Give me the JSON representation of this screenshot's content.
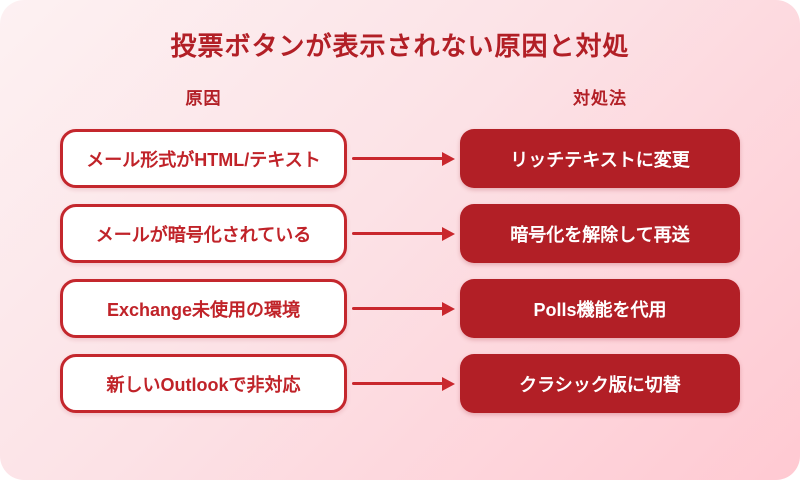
{
  "title": "投票ボタンが表示されない原因と対処",
  "columns": {
    "cause_header": "原因",
    "solution_header": "対処法"
  },
  "rows": [
    {
      "cause": "メール形式がHTML/テキスト",
      "solution": "リッチテキストに変更"
    },
    {
      "cause": "メールが暗号化されている",
      "solution": "暗号化を解除して再送"
    },
    {
      "cause": "Exchange未使用の環境",
      "solution": "Polls機能を代用"
    },
    {
      "cause": "新しいOutlookで非対応",
      "solution": "クラシック版に切替"
    }
  ],
  "icons": {
    "arrow": "arrow-right-icon"
  },
  "colors": {
    "dark_red": "#b21f26",
    "border_red": "#c4272d",
    "arrow_red": "#c9272d",
    "bg_gradient_start": "#fdf1f2",
    "bg_gradient_end": "#ffc9d2",
    "box_white": "#ffffff"
  }
}
